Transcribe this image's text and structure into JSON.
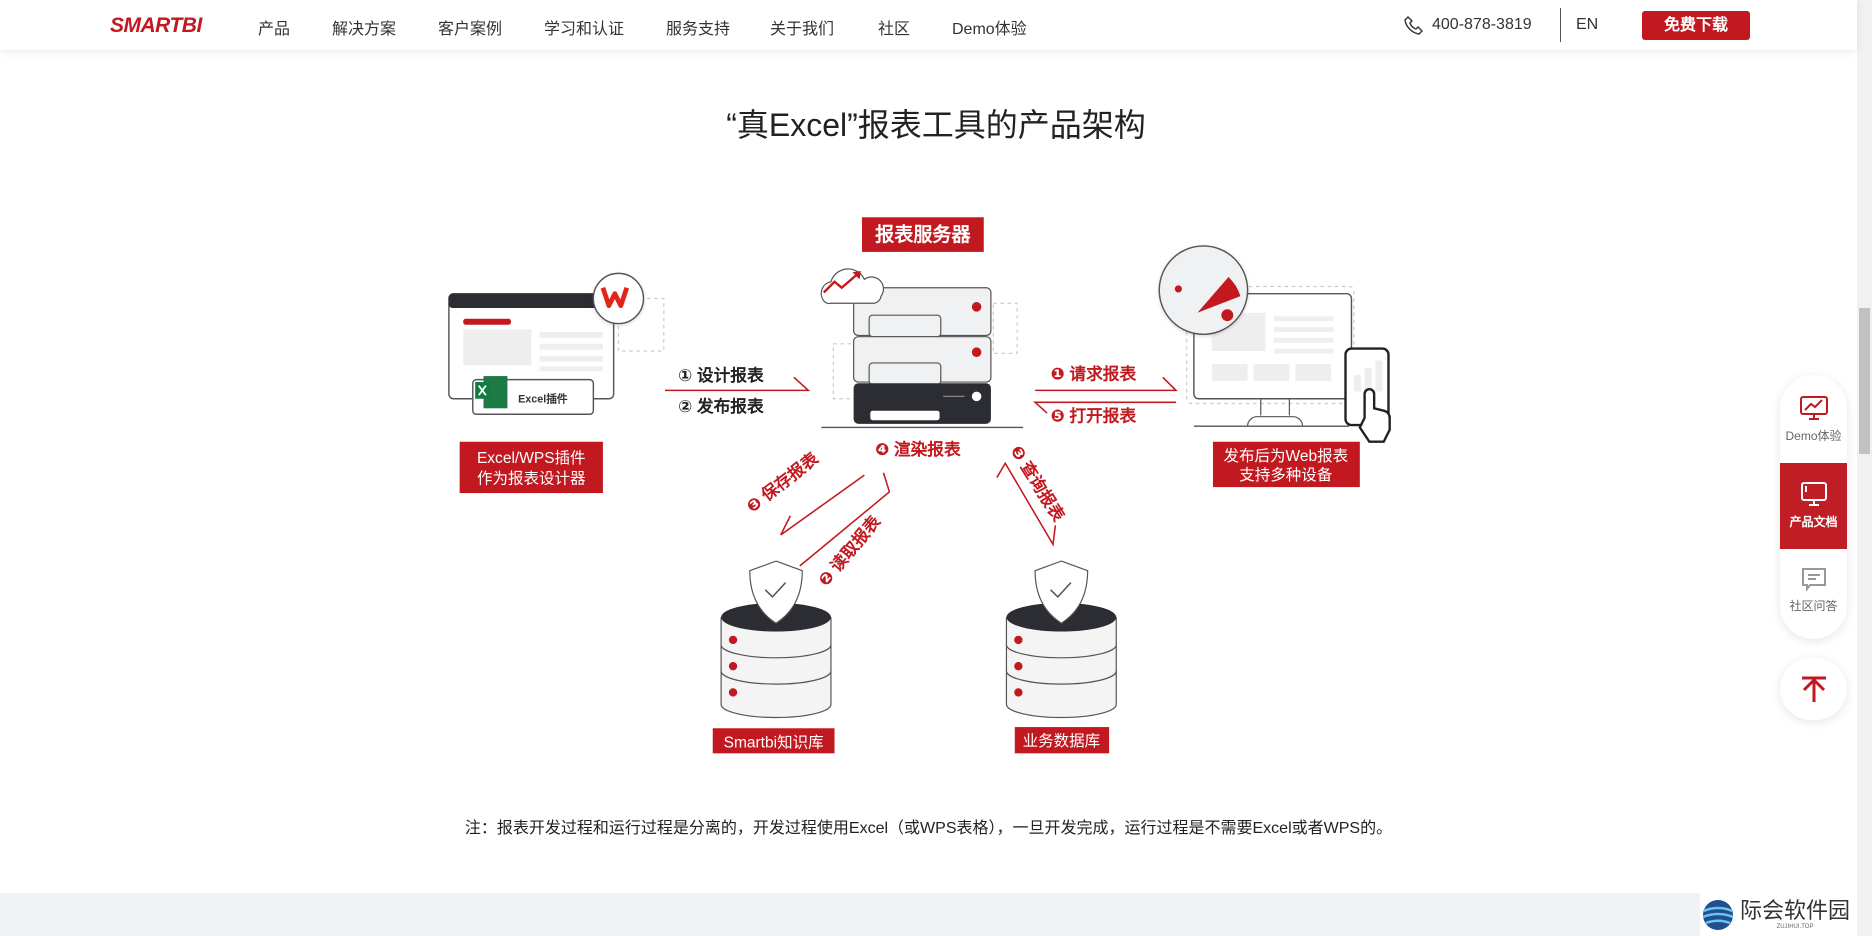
{
  "header": {
    "logo": "SMARTBI",
    "nav": [
      "产品",
      "解决方案",
      "客户案例",
      "学习和认证",
      "服务支持",
      "关于我们",
      "社区",
      "Demo体验"
    ],
    "phone": "400-878-3819",
    "lang": "EN",
    "download": "免费下载"
  },
  "title": "“真Excel”报表工具的产品架构",
  "diagram": {
    "server_label": "报表服务器",
    "excel_plugin": "Excel插件",
    "left_label": [
      "Excel/WPS插件",
      "作为报表设计器"
    ],
    "right_label": [
      "发布后为Web报表",
      "支持多种设备"
    ],
    "step_design": "① 设计报表",
    "step_publish": "② 发布报表",
    "step_request": "❶ 请求报表",
    "step_open": "❺ 打开报表",
    "step_render": "❹ 渲染报表",
    "step_save": "❸ 保存报表",
    "step_read": "❷ 读取报表",
    "step_query": "❸ 查询报表",
    "db_left": "Smartbi知识库",
    "db_right": "业务数据库",
    "accent": "#c1191f",
    "dark": "#2b2d33"
  },
  "note": "注：报表开发过程和运行过程是分离的，开发过程使用Excel（或WPS表格），一旦开发完成，运行过程是不需要Excel或者WPS的。",
  "sidebar": {
    "items": [
      {
        "label": "Demo体验",
        "icon": "chart-monitor-icon"
      },
      {
        "label": "产品文档",
        "icon": "monitor-icon",
        "active": true
      },
      {
        "label": "社区问答",
        "icon": "chat-icon"
      }
    ],
    "back_top": "arrow-up-icon"
  },
  "watermark": {
    "name": "际会软件园",
    "sub": "ZUJIHUI.TOP"
  }
}
